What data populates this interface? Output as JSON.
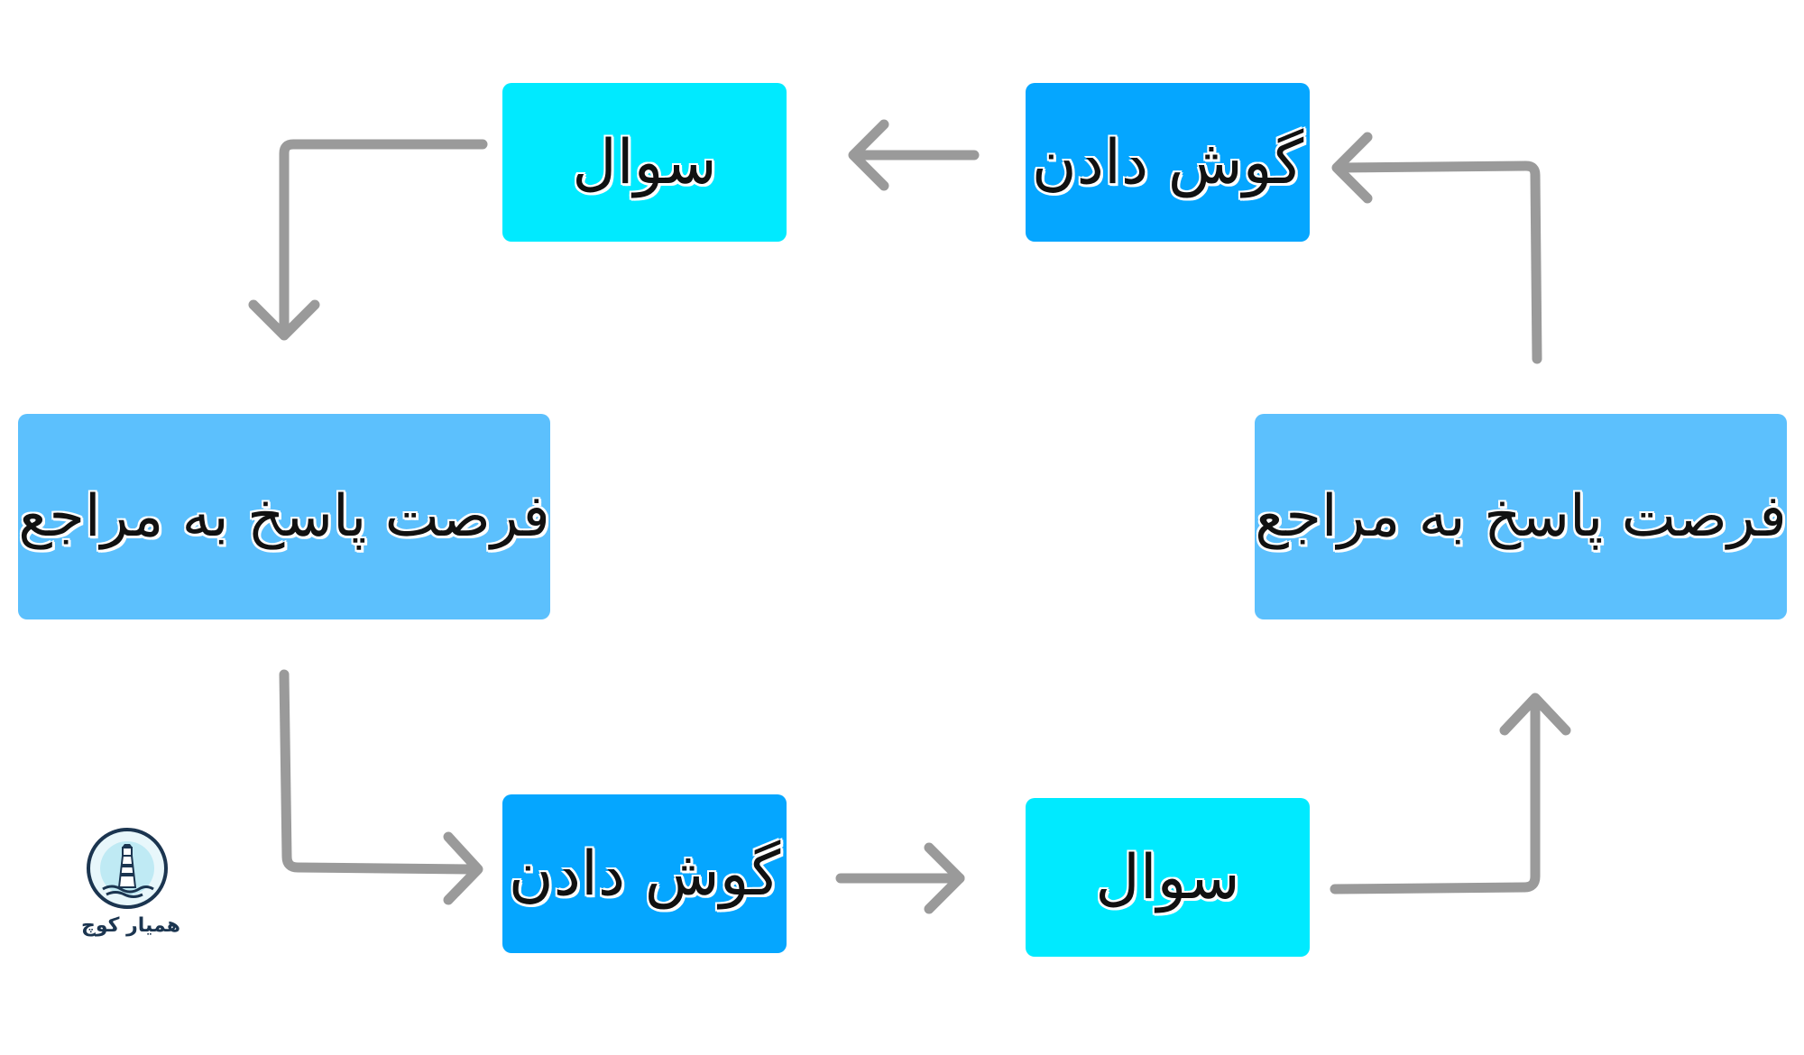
{
  "colors": {
    "question_box": "#00eaff",
    "listening_box": "#05a6ff",
    "reference_box": "#5cc0fd",
    "arrow": "#9a9a9a",
    "logo_navy": "#1b3550"
  },
  "nodes": {
    "top_question": "سوال",
    "top_listening": "گوش دادن",
    "left_reference": "فرصت پاسخ به مراجع",
    "right_reference": "فرصت پاسخ به مراجع",
    "bottom_listening": "گوش دادن",
    "bottom_question": "سوال"
  },
  "logo": {
    "text": "همیار کوچ",
    "icon": "lighthouse-icon"
  }
}
